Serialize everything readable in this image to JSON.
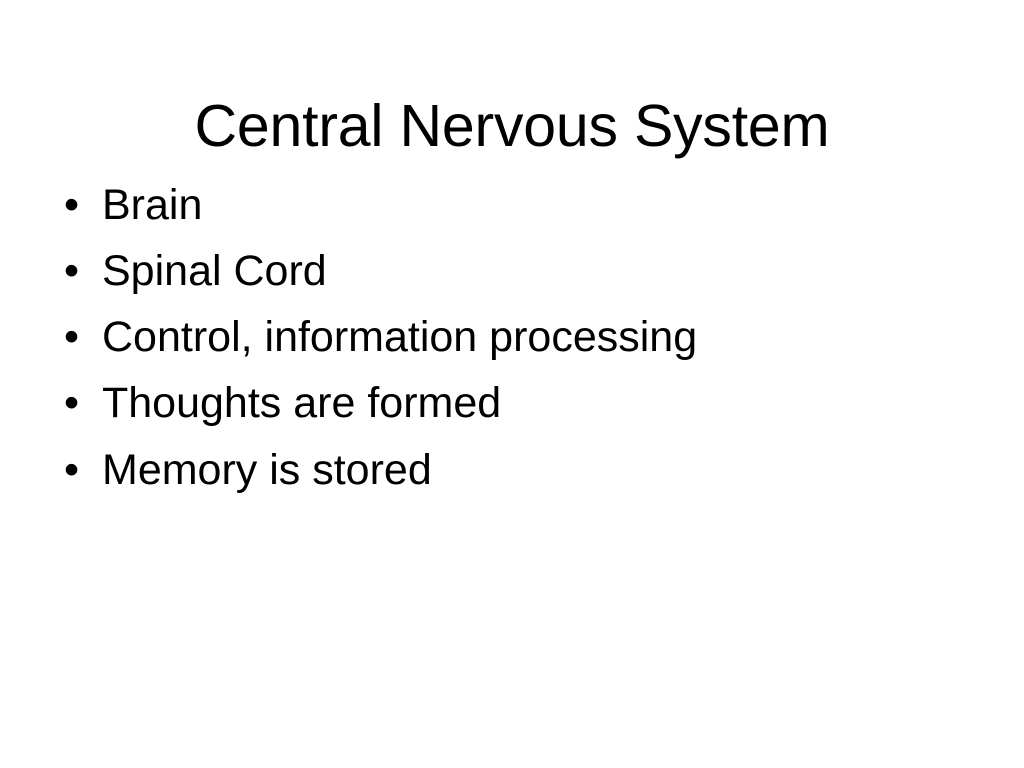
{
  "slide": {
    "title": "Central Nervous System",
    "background_color": "#ffffff",
    "text_color": "#000000",
    "bullet_glyph": "•",
    "bullets": [
      {
        "text": "Brain"
      },
      {
        "text": "Spinal Cord"
      },
      {
        "text": "Control, information processing"
      },
      {
        "text": "Thoughts are formed"
      },
      {
        "text": "Memory is stored"
      }
    ]
  }
}
